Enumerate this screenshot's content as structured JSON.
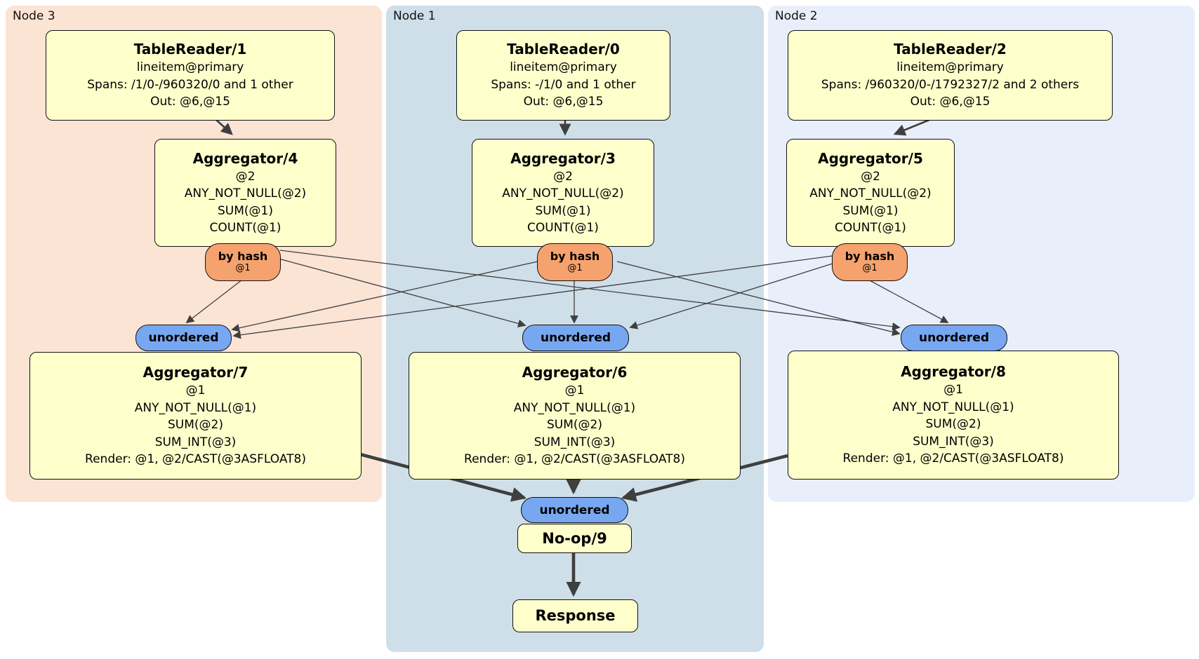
{
  "regions": {
    "node3": {
      "label": "Node 3"
    },
    "node1": {
      "label": "Node 1"
    },
    "node2": {
      "label": "Node 2"
    }
  },
  "processors": {
    "tr1": {
      "title": "TableReader/1",
      "lines": [
        "lineitem@primary",
        "Spans: /1/0-/960320/0 and 1 other",
        "Out: @6,@15"
      ]
    },
    "tr0": {
      "title": "TableReader/0",
      "lines": [
        "lineitem@primary",
        "Spans: -/1/0 and 1 other",
        "Out: @6,@15"
      ]
    },
    "tr2": {
      "title": "TableReader/2",
      "lines": [
        "lineitem@primary",
        "Spans: /960320/0-/1792327/2 and 2 others",
        "Out: @6,@15"
      ]
    },
    "agg4": {
      "title": "Aggregator/4",
      "lines": [
        "@2",
        "ANY_NOT_NULL(@2)",
        "SUM(@1)",
        "COUNT(@1)"
      ]
    },
    "agg3": {
      "title": "Aggregator/3",
      "lines": [
        "@2",
        "ANY_NOT_NULL(@2)",
        "SUM(@1)",
        "COUNT(@1)"
      ]
    },
    "agg5": {
      "title": "Aggregator/5",
      "lines": [
        "@2",
        "ANY_NOT_NULL(@2)",
        "SUM(@1)",
        "COUNT(@1)"
      ]
    },
    "agg7": {
      "title": "Aggregator/7",
      "lines": [
        "@1",
        "ANY_NOT_NULL(@1)",
        "SUM(@2)",
        "SUM_INT(@3)",
        "Render: @1, @2/CAST(@3ASFLOAT8)"
      ]
    },
    "agg6": {
      "title": "Aggregator/6",
      "lines": [
        "@1",
        "ANY_NOT_NULL(@1)",
        "SUM(@2)",
        "SUM_INT(@3)",
        "Render: @1, @2/CAST(@3ASFLOAT8)"
      ]
    },
    "agg8": {
      "title": "Aggregator/8",
      "lines": [
        "@1",
        "ANY_NOT_NULL(@1)",
        "SUM(@2)",
        "SUM_INT(@3)",
        "Render: @1, @2/CAST(@3ASFLOAT8)"
      ]
    },
    "noop": {
      "title": "No-op/9"
    },
    "response": {
      "title": "Response"
    }
  },
  "routers": {
    "node3": {
      "label": "by hash",
      "sub": "@1"
    },
    "node1": {
      "label": "by hash",
      "sub": "@1"
    },
    "node2": {
      "label": "by hash",
      "sub": "@1"
    }
  },
  "syncs": {
    "node3": {
      "label": "unordered"
    },
    "node1": {
      "label": "unordered"
    },
    "node2": {
      "label": "unordered"
    },
    "final": {
      "label": "unordered"
    }
  },
  "colors": {
    "node3_bg": "#fce4d5",
    "node1_bg": "#cfdfe9",
    "node2_bg": "#e9effa",
    "processor_bg": "#ffffcc",
    "router_bg": "#f6a26e",
    "sync_bg": "#77a7f0",
    "edge": "#3f3f3f"
  }
}
